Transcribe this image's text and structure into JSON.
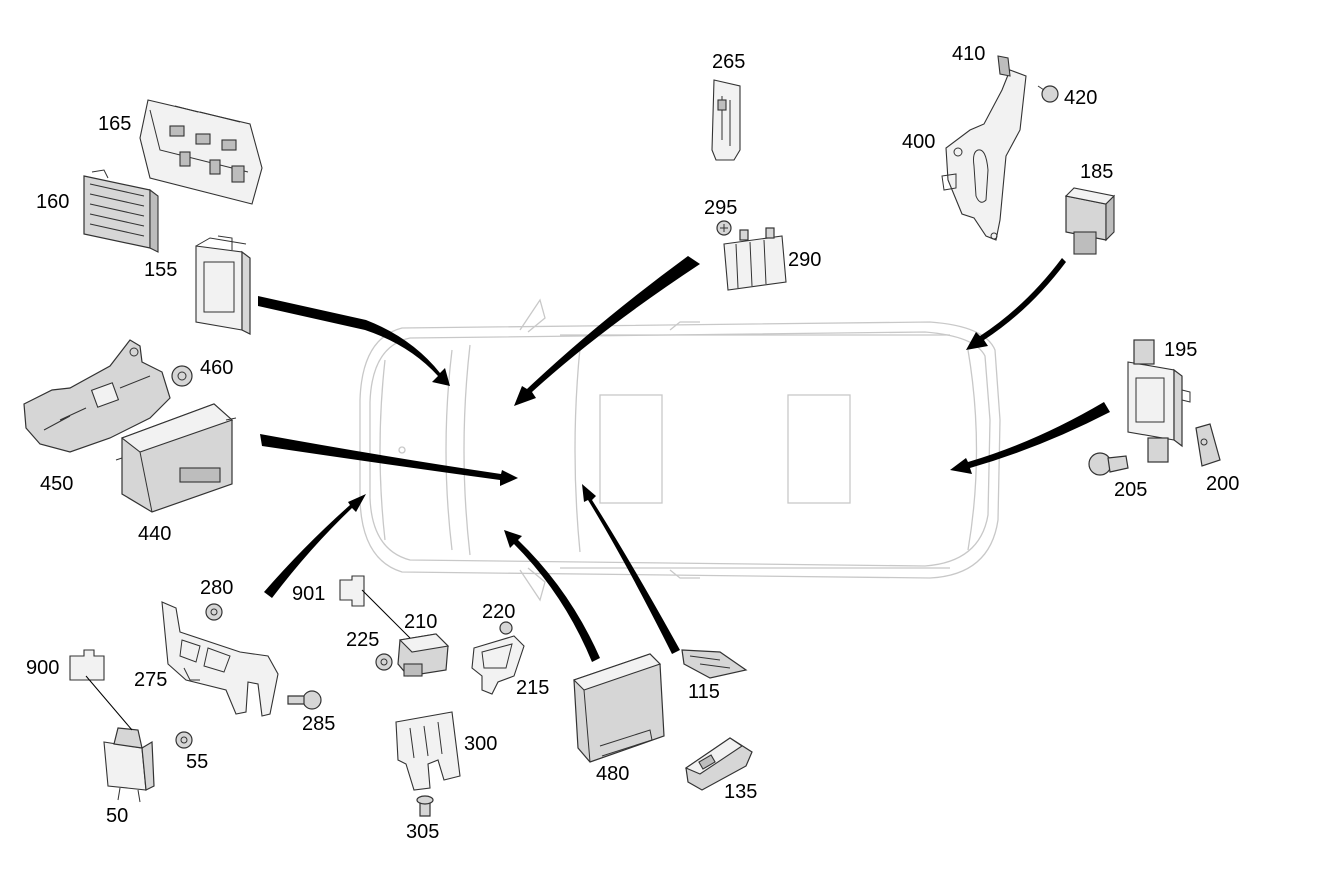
{
  "labels": {
    "l50": "50",
    "l55": "55",
    "l115": "115",
    "l135": "135",
    "l155": "155",
    "l160": "160",
    "l165": "165",
    "l185": "185",
    "l195": "195",
    "l200": "200",
    "l205": "205",
    "l210": "210",
    "l215": "215",
    "l220": "220",
    "l225": "225",
    "l265": "265",
    "l275": "275",
    "l280": "280",
    "l285": "285",
    "l290": "290",
    "l295": "295",
    "l300": "300",
    "l305": "305",
    "l400": "400",
    "l410": "410",
    "l420": "420",
    "l440": "440",
    "l450": "450",
    "l460": "460",
    "l480": "480",
    "l900": "900",
    "l901": "901"
  },
  "colors": {
    "part_fill": "#d6d6d6",
    "outline": "#333333",
    "car_outline": "#c8c8c8",
    "arrow": "#000000"
  }
}
